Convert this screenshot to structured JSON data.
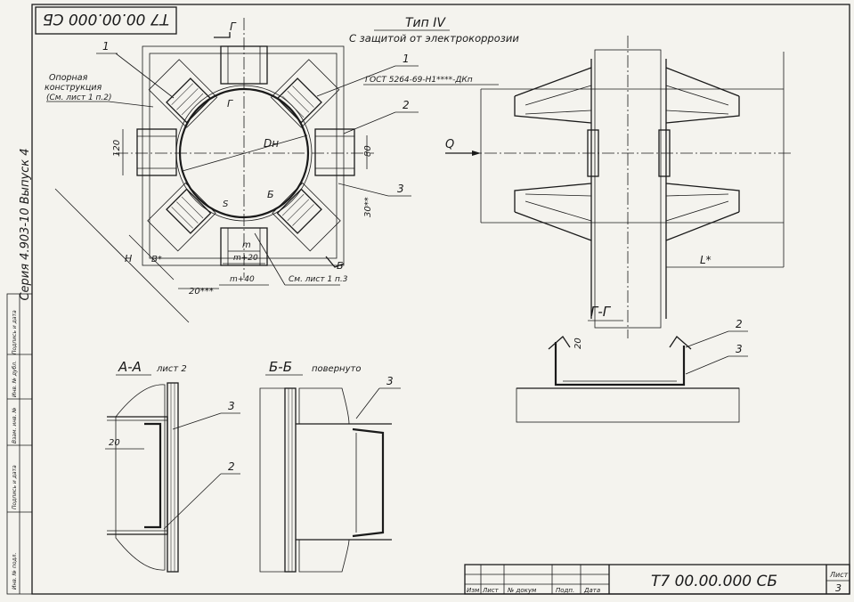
{
  "doc": {
    "code_rotated": "Т7 00.00.000 СБ",
    "type_title": "Тип IV",
    "type_subtitle": "С защитой от электрокоррозии",
    "series_label": "Серия 4.903-10 Выпуск 4",
    "sheet_number": "3"
  },
  "plan": {
    "label_support": [
      "Опорная",
      "конструкция",
      "(См. лист 1 п.2)"
    ],
    "label_gost": "ГОСТ 5264-69-Н1****-ДКп",
    "dim_dn": "Dн",
    "dim_120": "120",
    "dim_80": "80",
    "dim_30": "30**",
    "dim_h": "H",
    "dim_b": "B*",
    "dim_20": "20***",
    "dim_s": "S",
    "dim_m": "m",
    "dim_m20": "m+20",
    "dim_m40": "m+40",
    "label_see": "См. лист 1 п.3",
    "section_g": "Г",
    "section_b": "Б",
    "callouts": [
      "1",
      "1",
      "2",
      "3"
    ]
  },
  "side": {
    "flow_label": "Q",
    "dim_l": "L*"
  },
  "sections": {
    "aa_title": "А-А",
    "aa_ref": "лист 2",
    "bb_title": "Б-Б",
    "bb_ref": "повернуто",
    "gg_title": "Г-Г",
    "dim_20": "20",
    "c2": "2",
    "c3": "3"
  },
  "title_block": {
    "headers": [
      "Изм",
      "Лист",
      "№ докум",
      "Подп.",
      "Дата"
    ],
    "code": "Т7 00.00.000 СБ",
    "sheet_label": "Лист",
    "sheet": "3"
  },
  "stamps": [
    "Инв. № подл.",
    "Подпись и дата",
    "Взам. инв. №",
    "Инв. № дубл.",
    "Подпись и дата"
  ]
}
